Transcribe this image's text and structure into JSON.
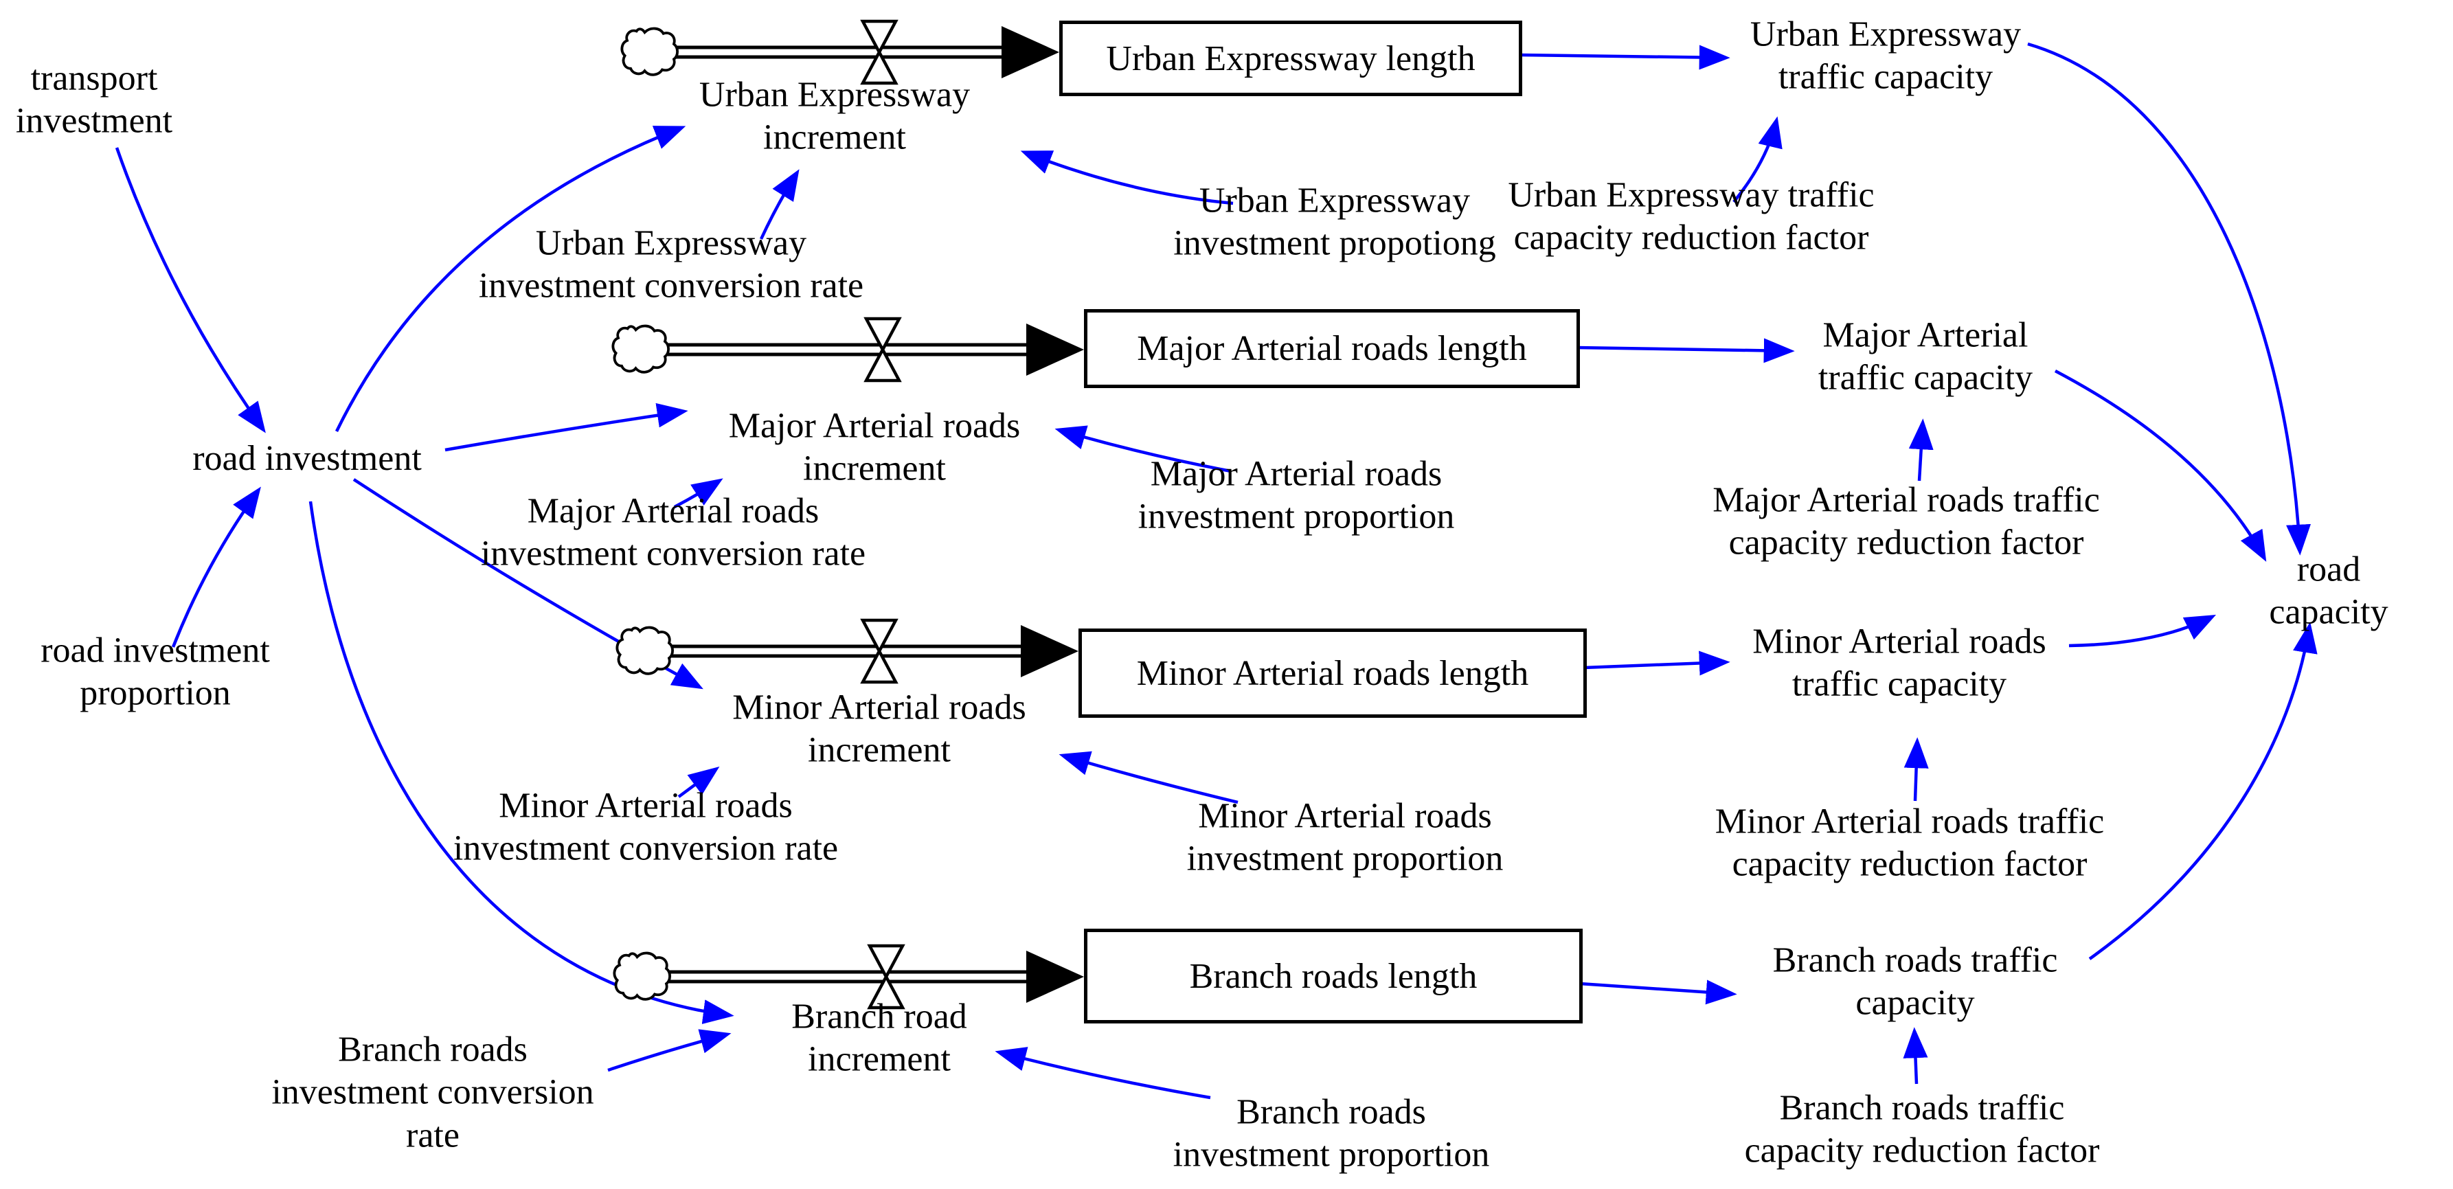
{
  "colors": {
    "arrow": "#0000ff",
    "line": "#000000",
    "text": "#000000",
    "background": "#ffffff"
  },
  "stocks": {
    "urban_expressway_length": "Urban Expressway length",
    "major_arterial_roads_length": "Major Arterial roads length",
    "minor_arterial_roads_length": "Minor Arterial roads length",
    "branch_roads_length": "Branch roads length"
  },
  "variables": {
    "transport_investment": "transport\ninvestment",
    "road_investment": "road investment",
    "road_investment_proportion": "road investment\nproportion",
    "urban_expressway_increment": "Urban Expressway\nincrement",
    "urban_expressway_investment_conversion_rate": "Urban Expressway\ninvestment conversion rate",
    "urban_expressway_investment_propotiong": "Urban Expressway\ninvestment propotiong",
    "urban_expressway_traffic_capacity": "Urban Expressway\ntraffic capacity",
    "urban_expressway_traffic_capacity_reduction_factor": "Urban Expressway traffic\ncapacity reduction factor",
    "major_arterial_roads_increment": "Major Arterial roads\nincrement",
    "major_arterial_roads_investment_conversion_rate": "Major Arterial roads\ninvestment conversion rate",
    "major_arterial_roads_investment_proportion": "Major Arterial roads\ninvestment proportion",
    "major_arterial_traffic_capacity": "Major Arterial\ntraffic capacity",
    "major_arterial_roads_traffic_capacity_reduction_factor": "Major Arterial roads traffic\ncapacity reduction factor",
    "minor_arterial_roads_increment": "Minor Arterial roads\nincrement",
    "minor_arterial_roads_investment_conversion_rate": "Minor Arterial roads\ninvestment conversion rate",
    "minor_arterial_roads_investment_proportion": "Minor Arterial roads\ninvestment proportion",
    "minor_arterial_roads_traffic_capacity": "Minor Arterial roads\ntraffic capacity",
    "minor_arterial_roads_traffic_capacity_reduction_factor": "Minor Arterial roads traffic\ncapacity reduction factor",
    "branch_road_increment": "Branch road\nincrement",
    "branch_roads_investment_conversion_rate": "Branch roads\ninvestment conversion\nrate",
    "branch_roads_investment_proportion": "Branch roads\ninvestment proportion",
    "branch_roads_traffic_capacity": "Branch roads traffic\ncapacity",
    "branch_roads_traffic_capacity_reduction_factor": "Branch roads traffic\ncapacity reduction factor",
    "road_capacity": "road capacity"
  }
}
